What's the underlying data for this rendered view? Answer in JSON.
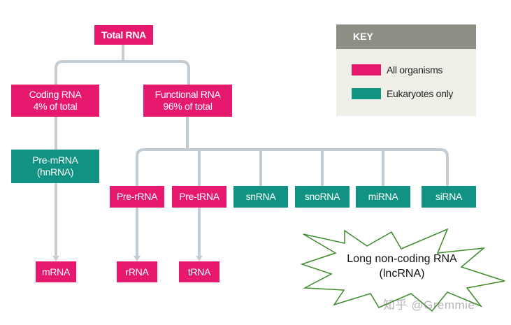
{
  "colors": {
    "all_organisms": "#e6196f",
    "eukaryotes_only": "#119282",
    "connector": "#c3ccd3"
  },
  "nodes": {
    "total_rna": "Total RNA",
    "coding_rna": {
      "line1": "Coding RNA",
      "line2": "4% of total"
    },
    "functional_rna": {
      "line1": "Functional RNA",
      "line2": "96% of total"
    },
    "pre_mrna": {
      "line1": "Pre-mRNA",
      "line2": "(hnRNA)"
    },
    "pre_rrna": "Pre-rRNA",
    "pre_trna": "Pre-tRNA",
    "snrna": "snRNA",
    "snorna": "snoRNA",
    "mirna": "miRNA",
    "sirna": "siRNA",
    "mrna": "mRNA",
    "rrna": "rRNA",
    "trna": "tRNA"
  },
  "key": {
    "title": "KEY",
    "items": [
      {
        "label": "All organisms",
        "color": "#e6196f"
      },
      {
        "label": "Eukaryotes only",
        "color": "#119282"
      }
    ]
  },
  "annotation": {
    "line1": "Long non-coding RNA",
    "line2": "(lncRNA)"
  },
  "watermark": "知乎 @Gremmie"
}
